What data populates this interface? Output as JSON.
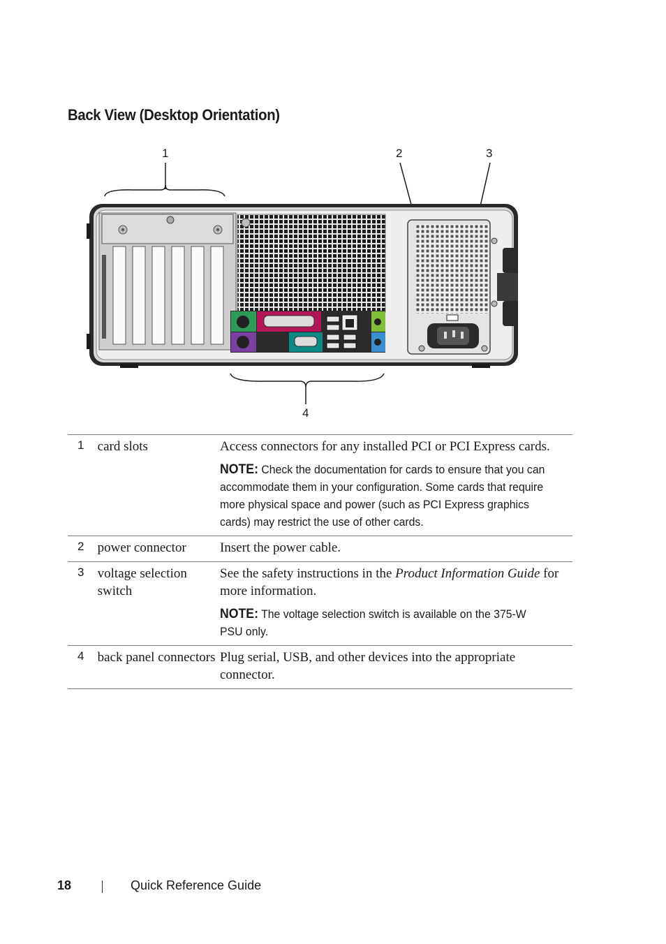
{
  "heading": "Back View (Desktop Orientation)",
  "callouts": [
    "1",
    "2",
    "3",
    "4"
  ],
  "rows": [
    {
      "num": "1",
      "term": "card slots",
      "desc": "Access connectors for any installed PCI or PCI Express cards.",
      "note_label": "NOTE:",
      "note": "Check the documentation for cards to ensure that you can accommodate them in your configuration. Some cards that require more physical space and power (such as PCI Express graphics cards) may restrict the use of other cards."
    },
    {
      "num": "2",
      "term": "power connector",
      "desc": "Insert the power cable."
    },
    {
      "num": "3",
      "term": "voltage selection switch",
      "desc_pre": "See the safety instructions in the ",
      "desc_italic": "Product Information Guide",
      "desc_post": " for more information.",
      "note_label": "NOTE:",
      "note": "The voltage selection switch is available on the 375-W PSU only."
    },
    {
      "num": "4",
      "term": "back panel connectors",
      "desc": "Plug serial, USB, and other devices into the appropriate connector."
    }
  ],
  "footer": {
    "page_number": "18",
    "guide_title": "Quick Reference Guide"
  },
  "colors": {
    "ps2_keyboard": "#7a3fa0",
    "ps2_mouse": "#2e9a57",
    "parallel": "#b4145a",
    "serial": "#0e8a86",
    "line_out": "#7fbf3a",
    "line_in": "#3a8fd1",
    "chassis": "#3a3a3a"
  }
}
